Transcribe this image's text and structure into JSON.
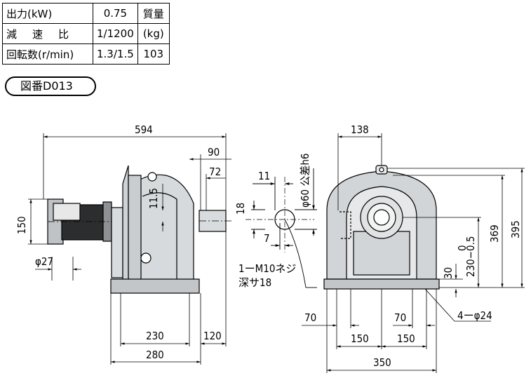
{
  "spec_table": {
    "rows": [
      {
        "label": "出力(kW)",
        "value": "0.75"
      },
      {
        "label": "減速比",
        "value": "1/1200"
      },
      {
        "label": "回転数(r/min)",
        "value": "1.3/1.5"
      }
    ],
    "mass_label": "質量",
    "mass_unit": "(kg)",
    "mass_value": "103"
  },
  "drawing_number": "図番D013",
  "side_view": {
    "overall_length": "594",
    "dim_90": "90",
    "dim_72": "72",
    "dim_11_5": "11.5",
    "height_150": "150",
    "motor_dia": "φ27",
    "base_230": "230",
    "base_280": "280",
    "shaft_120": "120"
  },
  "shaft_end": {
    "dim_11": "11",
    "dim_18": "18",
    "dim_7": "7",
    "shaft_dia": "φ60 公差h6",
    "tap_note_line1": "1ーM10ネジ",
    "tap_note_line2": "深サ18"
  },
  "front_view": {
    "dim_138": "138",
    "dim_395": "395",
    "dim_369": "369",
    "dim_230": "230−0.5",
    "dim_230_upper": "0",
    "dim_30": "30",
    "hole_note": "4ーφ24",
    "dim_70_left": "70",
    "dim_70_right": "70",
    "dim_150_left": "150",
    "dim_150_right": "150",
    "dim_350": "350"
  }
}
